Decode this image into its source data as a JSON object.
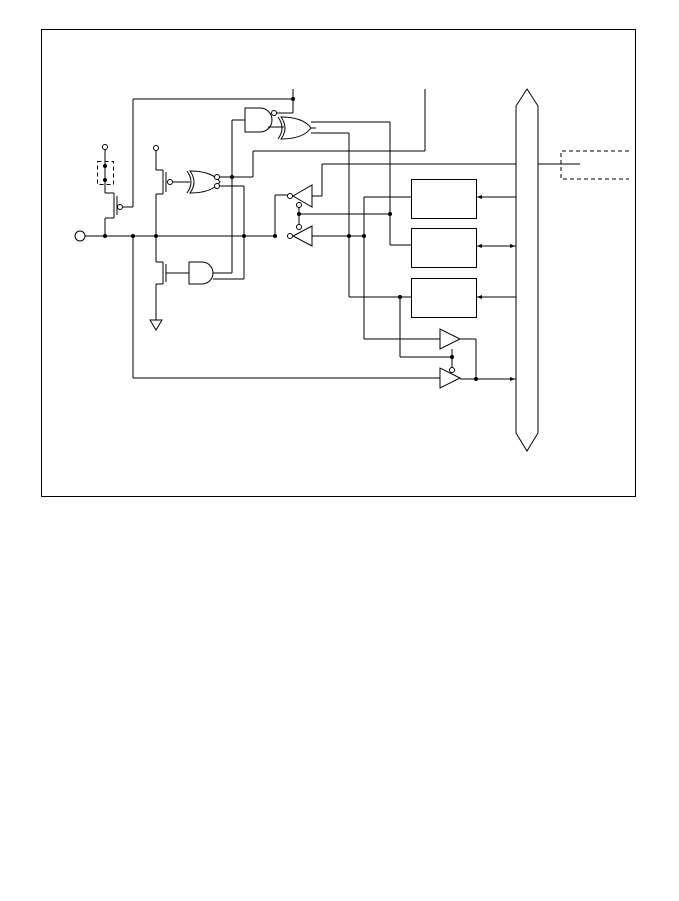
{
  "diagram": {
    "frame": "outer-border",
    "components": {
      "pad": "io-pad",
      "pmos_keeper": "pmos-pullup-transistor",
      "pmos_driver": "pmos-output-transistor",
      "nmos_driver": "nmos-output-transistor",
      "nand_gate": "nand-gate",
      "or_gate_upper": "or-gate",
      "or_gate_mid": "or-gate",
      "and_gate": "and-gate",
      "input_buffers": 2,
      "registers": 3,
      "output_buffers": 2,
      "bus": "internal-data-bus",
      "external_block": "dashed-external-block"
    }
  }
}
